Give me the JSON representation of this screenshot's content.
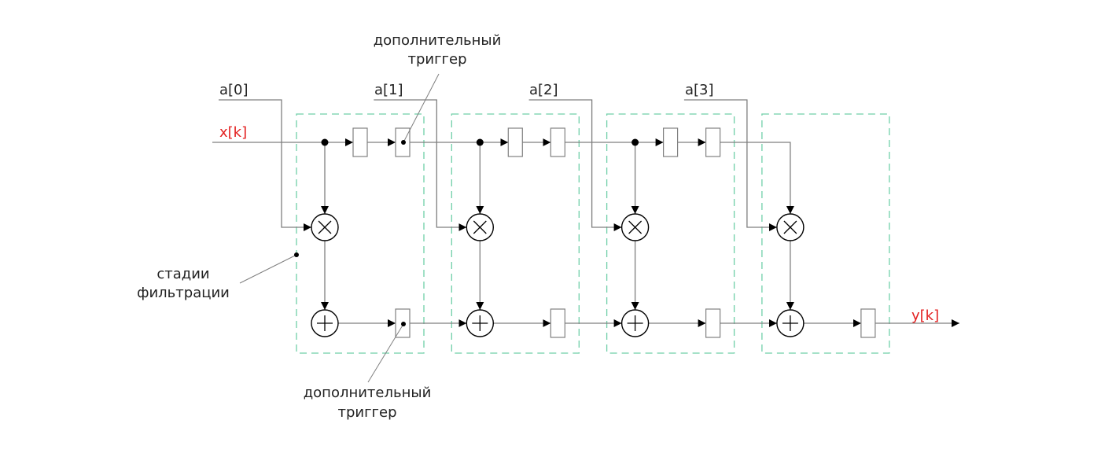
{
  "diagram": {
    "type": "FIR filter systolic/pipelined structure",
    "input_label": "x[k]",
    "output_label": "y[k]",
    "coefficients": [
      "a[0]",
      "a[1]",
      "a[2]",
      "a[3]"
    ],
    "stages_label_line1": "стадии",
    "stages_label_line2": "фильтрации",
    "extra_trigger_top_line1": "дополнительный",
    "extra_trigger_top_line2": "триггер",
    "extra_trigger_bottom_line1": "дополнительный",
    "extra_trigger_bottom_line2": "триггер",
    "multiplier_symbol": "multiply-icon",
    "adder_symbol": "plus-icon",
    "colors": {
      "signal_label": "#e32020",
      "stage_border": "#6fcfa8",
      "wire": "#7f7f7f",
      "text": "#222222"
    },
    "stage_count": 4
  }
}
